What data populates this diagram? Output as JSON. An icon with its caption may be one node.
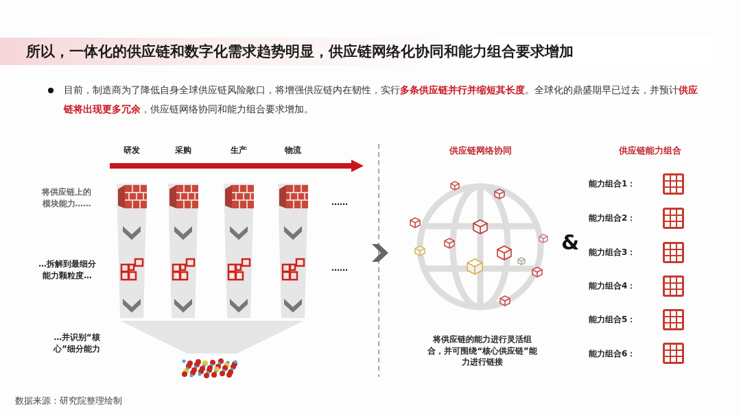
{
  "diagram": {
    "title": "所以，一体化的供应链和数字化需求趋势明显，供应链网络化协同和能力组合要求增加",
    "labels": [
      "目前，制造商为了降低自身全球供应链风险敞口，将增强供应链内在韧性，实行**多条供应链并行并缩短其长度**。全球化的鼎盛期早已过去，并预计**供应链将出现更多冗余**，供应链网络协同和能力组合要求增加。",
      "研发",
      "采购",
      "生产",
      "物流",
      "供应链网络协同",
      "供应链能力组合",
      "将供应链上的模块能力……",
      "能力组合1：",
      "……",
      "能力组合2：",
      "&",
      "…拆解到最细分能力颗粒度…",
      "……",
      "能力组合3：",
      "能力组合4：",
      "…并识别“核心”细分能力",
      "能力组合5：",
      "将供应链的能力进行灵活组合，并可围绕“核心供应链”能力进行链接",
      "能力组合6：",
      "数据来源：研究院整理绘制"
    ]
  }
}
